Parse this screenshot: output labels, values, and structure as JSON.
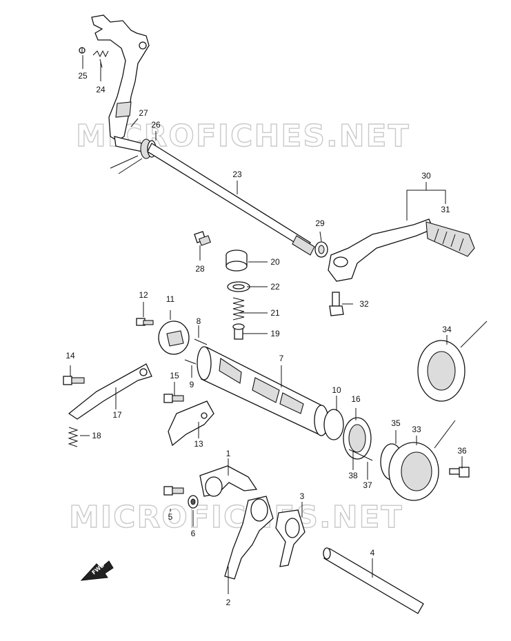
{
  "watermark": "MICROFICHES.NET",
  "fwd_label": "FWD",
  "callouts": {
    "p1": "1",
    "p2": "2",
    "p3": "3",
    "p4": "4",
    "p5": "5",
    "p6": "6",
    "p7": "7",
    "p8": "8",
    "p9": "9",
    "p10": "10",
    "p11": "11",
    "p12": "12",
    "p13": "13",
    "p14": "14",
    "p15": "15",
    "p16": "16",
    "p17": "17",
    "p18": "18",
    "p19": "19",
    "p20": "20",
    "p21": "21",
    "p22": "22",
    "p23": "23",
    "p24": "24",
    "p25": "25",
    "p26": "26",
    "p27": "27",
    "p28": "28",
    "p29": "29",
    "p30": "30",
    "p31": "31",
    "p32": "32",
    "p33": "33",
    "p34": "34",
    "p35": "35",
    "p36": "36",
    "p37": "37",
    "p38": "38"
  }
}
